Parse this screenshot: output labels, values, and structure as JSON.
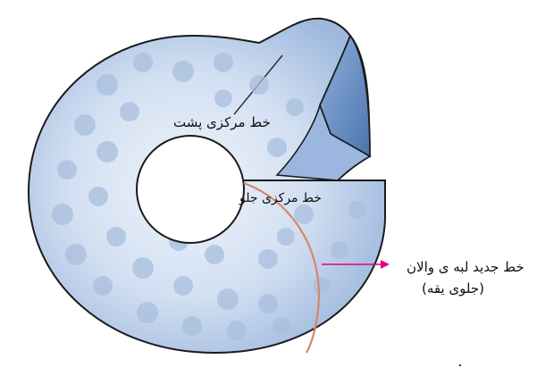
{
  "labels": {
    "back_center_line": "خط مرکزی پشت",
    "front_center_line": "خط مرکزی جلو",
    "new_hem_line_1": "خط جدید لبه ی والان",
    "new_hem_line_2": "(جلوی یقه)"
  },
  "colors": {
    "fabric_light": "#e6eef9",
    "fabric_mid": "#bcd0ea",
    "fabric_dark": "#5e82b5",
    "outline": "#1a1a1a",
    "new_line": "#d98569",
    "arrow": "#e4007f",
    "dots": "#a9bfde"
  }
}
